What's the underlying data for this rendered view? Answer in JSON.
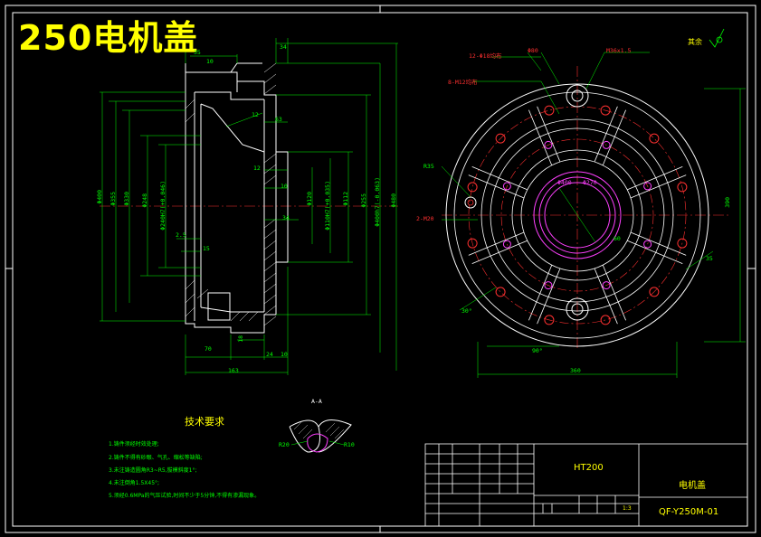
{
  "drawing_title": "250电机盖",
  "roughness_note": "其余",
  "section_label": "A-A",
  "tech_requirements": {
    "title": "技术要求",
    "items": [
      "1.铸件须经时效处理;",
      "2.铸件不得有砂眼、气孔、缩松等缺陷;",
      "3.未注铸造圆角R3~R5,拔模斜度1°;",
      "4.未注倒角1.5X45°;",
      "5.须经0.6MPa的气压试验,时间不少于5分钟,不得有渗漏现象。"
    ]
  },
  "title_block": {
    "material": "HT200",
    "part_name": "电机盖",
    "drawing_no": "QF-Y250M-01",
    "scale": "1:3"
  },
  "side_view_dims": {
    "top": [
      "35",
      "10",
      "34",
      "12"
    ],
    "left_vertical": [
      "Φ400",
      "Φ355",
      "Φ330",
      "Φ248",
      "Φ240H7(+0.046)"
    ],
    "right_vertical": [
      "Φ120",
      "Φ110H7(+0.035)",
      "Φ112",
      "Φ255",
      "Φ400h7(-0.063)",
      "Φ480"
    ],
    "mid": [
      "63",
      "12",
      "10",
      "34",
      "2.5",
      "15",
      "18"
    ],
    "bottom": [
      "70",
      "24",
      "10",
      "163"
    ]
  },
  "front_view_dims": {
    "labels": [
      "12-Φ18均布",
      "8-M12均布",
      "Φ80",
      "M36x1.5",
      "R35",
      "2-M20",
      "Φ400",
      "Φ270",
      "60",
      "390",
      "35",
      "30°",
      "90°",
      "360"
    ]
  },
  "section_dims": [
    "R20",
    "R10"
  ]
}
